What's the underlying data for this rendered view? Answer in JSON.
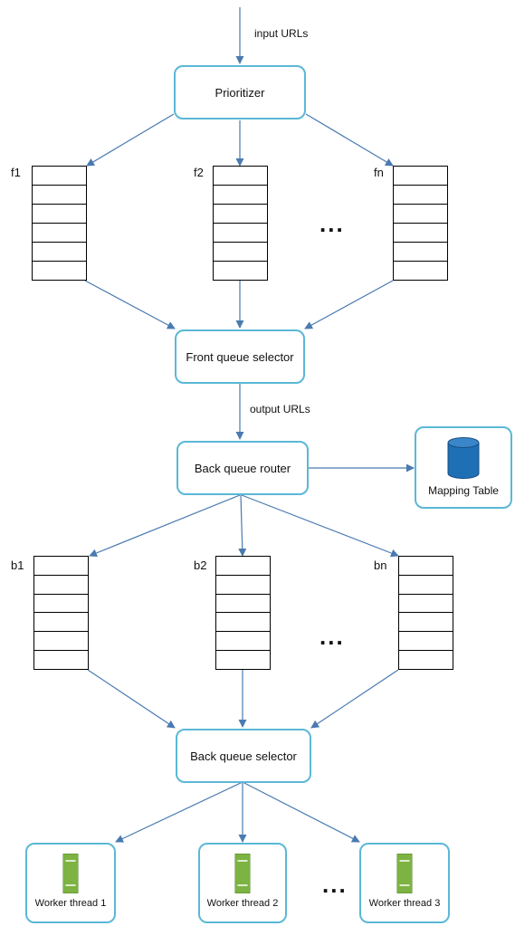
{
  "edges": {
    "input_label": "input URLs",
    "output_label": "output URLs"
  },
  "nodes": {
    "prioritizer": "Prioritizer",
    "front_queue_selector": "Front queue selector",
    "back_queue_router": "Back queue router",
    "back_queue_selector": "Back queue selector",
    "mapping_table": "Mapping Table"
  },
  "front_queues": [
    "f1",
    "f2",
    "fn"
  ],
  "back_queues": [
    "b1",
    "b2",
    "bn"
  ],
  "workers": [
    "Worker thread 1",
    "Worker thread 2",
    "Worker thread 3"
  ],
  "ellipsis": "...",
  "colors": {
    "node_border": "#5bb8d6",
    "arrow": "#4a7ab0",
    "server_icon": "#7cb342",
    "database_icon": "#1f6fb5"
  },
  "icons": {
    "worker": "server-icon",
    "mapping": "database-icon"
  }
}
